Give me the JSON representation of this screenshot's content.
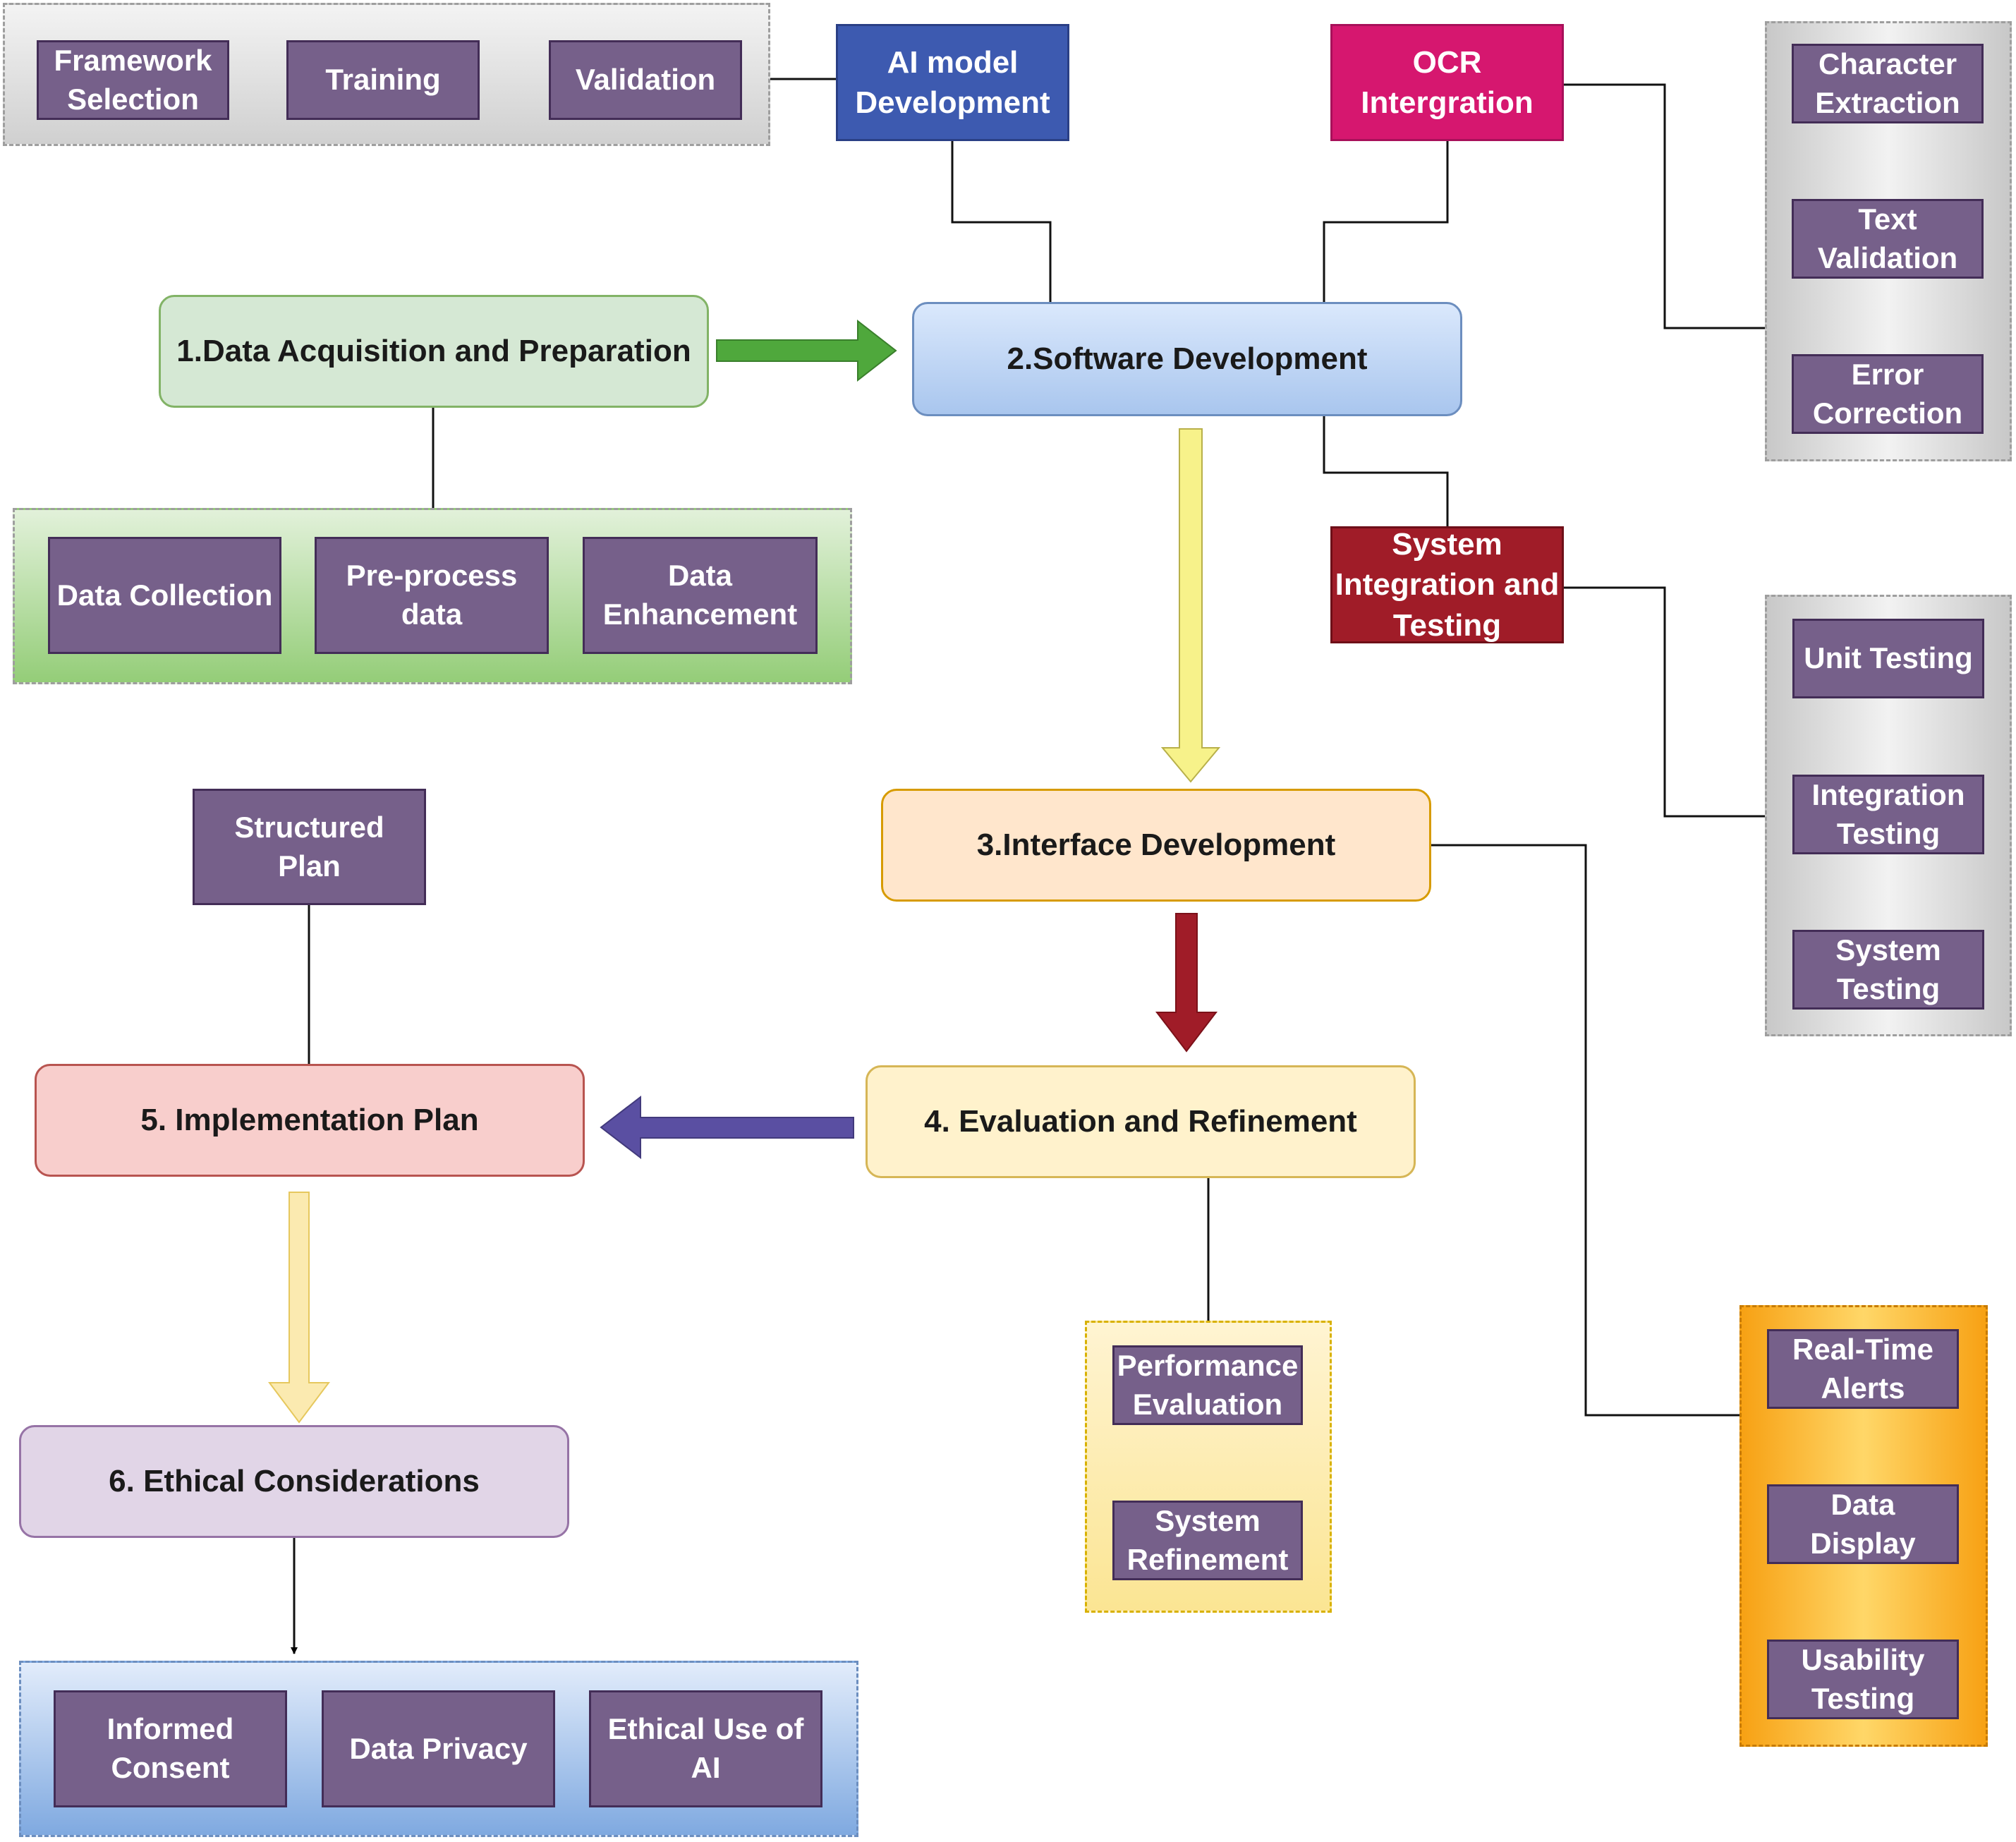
{
  "phases": {
    "p1": "1.Data Acquisition and Preparation",
    "p2": "2.Software Development",
    "p3": "3.Interface Development",
    "p4": "4. Evaluation and Refinement",
    "p5": "5. Implementation Plan",
    "p6": "6. Ethical Considerations"
  },
  "headers": {
    "ai_model": "AI model\nDevelopment",
    "ocr": "OCR\nIntergration",
    "sys_integration": "System\nIntegration and\nTesting",
    "structured_plan": "Structured\nPlan"
  },
  "groups": {
    "ai_steps": [
      "Framework\nSelection",
      "Training",
      "Validation"
    ],
    "ocr_steps": [
      "Character\nExtraction",
      "Text\nValidation",
      "Error\nCorrection"
    ],
    "data_steps": [
      "Data Collection",
      "Pre-process\ndata",
      "Data\nEnhancement"
    ],
    "testing_steps": [
      "Unit Testing",
      "Integration\nTesting",
      "System\nTesting"
    ],
    "interface_steps": [
      "Real-Time\nAlerts",
      "Data\nDisplay",
      "Usability\nTesting"
    ],
    "evaluation_steps": [
      "Performance\nEvaluation",
      "System\nRefinement"
    ],
    "ethics_steps": [
      "Informed\nConsent",
      "Data Privacy",
      "Ethical Use of\nAI"
    ]
  },
  "colors": {
    "node_purple": "#76608a",
    "ai_header": "#3d5ab0",
    "ocr_header": "#d6176f",
    "sys_header": "#a01c28",
    "arrow_green": "#4fa83c",
    "arrow_yellow": "#f7f28a",
    "arrow_red": "#a01c28",
    "arrow_purple": "#5a4fa2",
    "arrow_pale": "#fbeab0"
  }
}
